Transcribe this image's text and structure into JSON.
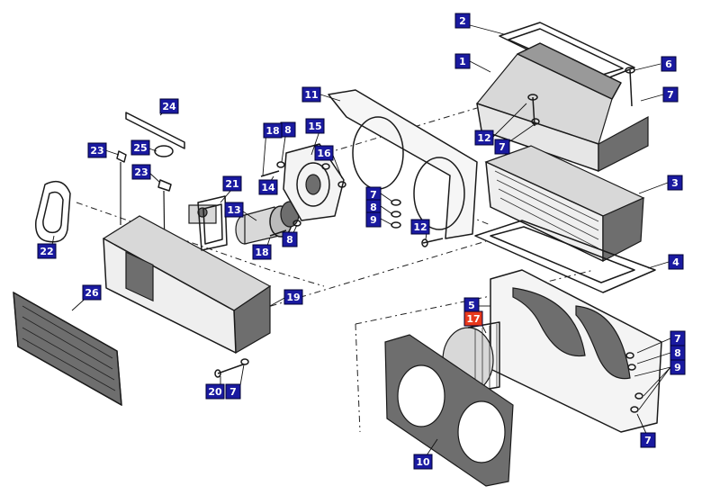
{
  "colors": {
    "callout": "#1a1aa0",
    "callout_highlight": "#e8381c",
    "callout_text": "#ffffff",
    "ink": "#1a1a1a"
  },
  "callouts": [
    {
      "id": "c1",
      "label": "1"
    },
    {
      "id": "c2",
      "label": "2"
    },
    {
      "id": "c3",
      "label": "3"
    },
    {
      "id": "c4",
      "label": "4"
    },
    {
      "id": "c5",
      "label": "5"
    },
    {
      "id": "c6",
      "label": "6"
    },
    {
      "id": "c7a",
      "label": "7"
    },
    {
      "id": "c7b",
      "label": "7"
    },
    {
      "id": "c7c",
      "label": "7"
    },
    {
      "id": "c7d",
      "label": "7"
    },
    {
      "id": "c7e",
      "label": "7"
    },
    {
      "id": "c7f",
      "label": "7"
    },
    {
      "id": "c8a",
      "label": "8"
    },
    {
      "id": "c8b",
      "label": "8"
    },
    {
      "id": "c8c",
      "label": "8"
    },
    {
      "id": "c8d",
      "label": "8"
    },
    {
      "id": "c9a",
      "label": "9"
    },
    {
      "id": "c9b",
      "label": "9"
    },
    {
      "id": "c10",
      "label": "10"
    },
    {
      "id": "c11",
      "label": "11"
    },
    {
      "id": "c12a",
      "label": "12"
    },
    {
      "id": "c12b",
      "label": "12"
    },
    {
      "id": "c13",
      "label": "13"
    },
    {
      "id": "c14",
      "label": "14"
    },
    {
      "id": "c15",
      "label": "15"
    },
    {
      "id": "c16",
      "label": "16"
    },
    {
      "id": "c17",
      "label": "17",
      "highlight": true
    },
    {
      "id": "c18a",
      "label": "18"
    },
    {
      "id": "c18b",
      "label": "18"
    },
    {
      "id": "c19",
      "label": "19"
    },
    {
      "id": "c20",
      "label": "20"
    },
    {
      "id": "c21",
      "label": "21"
    },
    {
      "id": "c22",
      "label": "22"
    },
    {
      "id": "c23a",
      "label": "23"
    },
    {
      "id": "c23b",
      "label": "23"
    },
    {
      "id": "c24",
      "label": "24"
    },
    {
      "id": "c25",
      "label": "25"
    },
    {
      "id": "c26",
      "label": "26"
    }
  ]
}
